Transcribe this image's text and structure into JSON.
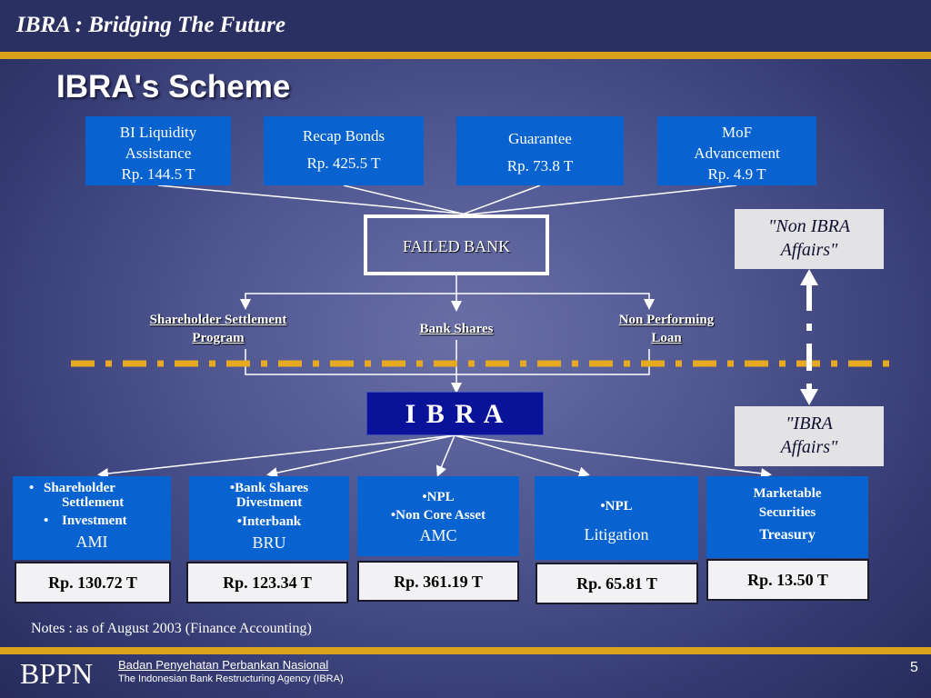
{
  "header": {
    "title": "IBRA : Bridging The Future"
  },
  "slide": {
    "title": "IBRA's Scheme"
  },
  "sources": [
    {
      "line1": "BI Liquidity",
      "line2": "Assistance",
      "line3": "Rp. 144.5 T"
    },
    {
      "line1": "Recap Bonds",
      "line2": "Rp. 425.5 T"
    },
    {
      "line1": "Guarantee",
      "line2": "Rp. 73.8 T"
    },
    {
      "line1": "MoF",
      "line2": "Advancement",
      "line3": "Rp. 4.9 T"
    }
  ],
  "failed_bank": "FAILED BANK",
  "non_ibra": {
    "line1": "\"Non IBRA",
    "line2": "Affairs\""
  },
  "ibra_affairs": {
    "line1": "\"IBRA",
    "line2": "Affairs\""
  },
  "paths": {
    "shareholder": {
      "line1": "Shareholder Settlement",
      "line2": "Program"
    },
    "bank_shares": "Bank Shares",
    "npl": {
      "line1": "Non  Performing",
      "line2": "Loan"
    }
  },
  "ibra_label": "I B R A",
  "units": {
    "ami": {
      "b1": "Shareholder",
      "b1b": "Settlement",
      "b2": "Investment",
      "name": "AMI",
      "amount": "Rp. 130.72 T"
    },
    "bru": {
      "b1": "•Bank Shares",
      "b1b": "Divestment",
      "b2": "•Interbank",
      "name": "BRU",
      "amount": "Rp.  123.34 T"
    },
    "amc": {
      "b1": "•NPL",
      "b2": "•Non Core Asset",
      "name": "AMC",
      "amount": "Rp. 361.19 T"
    },
    "litigation": {
      "b1": "•NPL",
      "name": "Litigation",
      "amount": "Rp. 65.81 T"
    },
    "treasury": {
      "b1": "Marketable",
      "b1b": "Securities",
      "name": "Treasury",
      "amount": "Rp. 13.50 T"
    }
  },
  "notes": "Notes :  as of August 2003 (Finance Accounting)",
  "footer": {
    "logo": "BPPN",
    "name": "Badan Penyehatan Perbankan Nasional",
    "subtitle": "The Indonesian  Bank Restructuring Agency (IBRA)",
    "page": "5"
  },
  "colors": {
    "accent_gold": "#d9a21b",
    "box_blue": "#0863d0",
    "ibra_navy": "#0a129a",
    "background": "#4f5690"
  }
}
